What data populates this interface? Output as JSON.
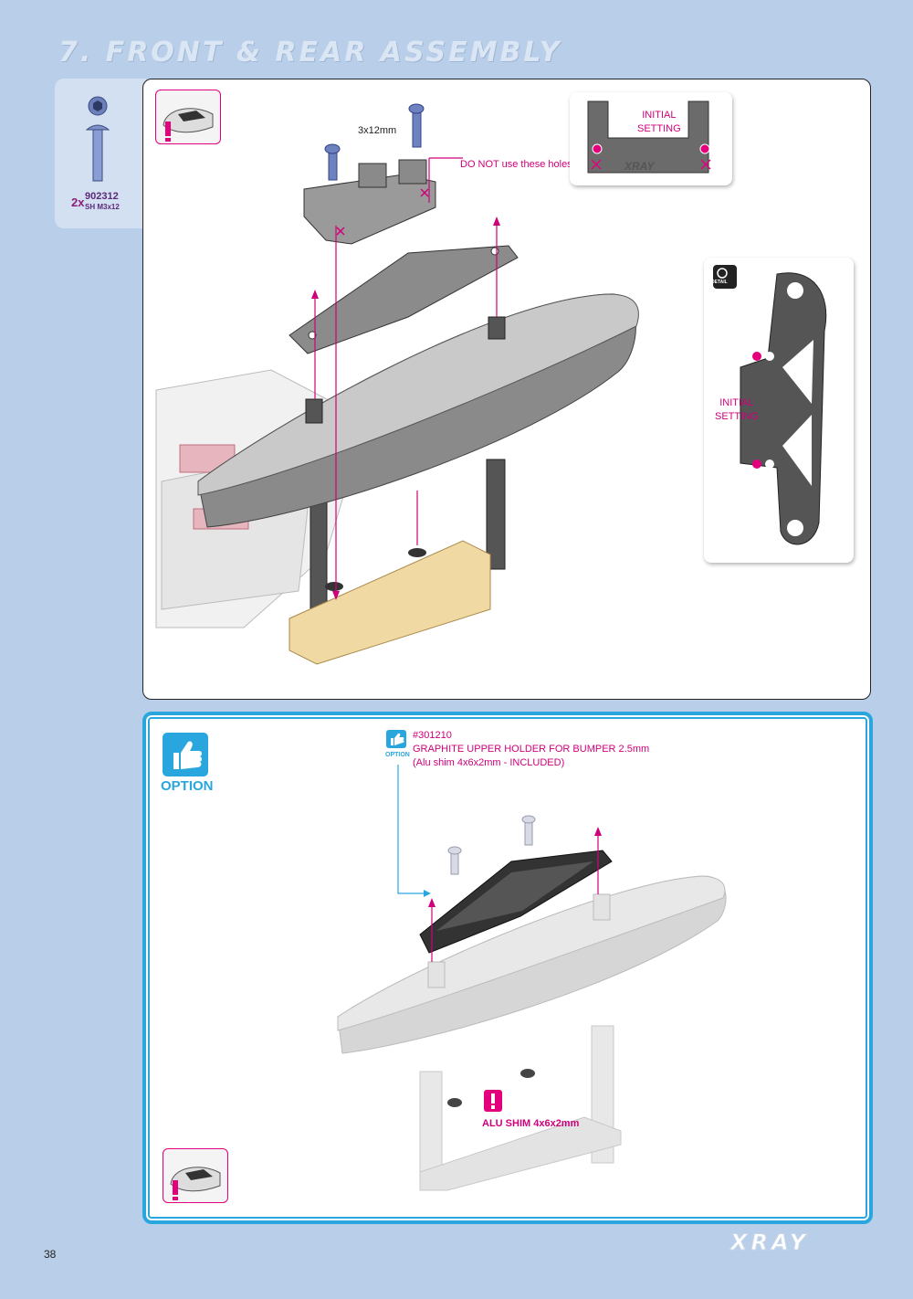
{
  "page": {
    "title": "7. FRONT & REAR ASSEMBLY",
    "page_number": "38",
    "brand": "XRAY"
  },
  "parts": {
    "quantity": "2x",
    "part_number": "902312",
    "part_desc": "SH M3x12"
  },
  "main": {
    "screw_size": "3x12mm",
    "warning": "DO NOT use these holes.",
    "initial_setting_top": [
      "INITIAL",
      "SETTING"
    ],
    "initial_setting_detail": [
      "INITIAL",
      "SETTING"
    ],
    "detail_label": "DETAIL",
    "holder_brand": "XRAY"
  },
  "option": {
    "label": "OPTION",
    "small_label": "OPTION",
    "part_number": "#301210",
    "part_name": "GRAPHITE UPPER HOLDER FOR BUMPER 2.5mm",
    "part_note": "(Alu shim 4x6x2mm - INCLUDED)",
    "shim_label": "ALU SHIM 4x6x2mm"
  },
  "colors": {
    "page_bg": "#b9cfe9",
    "accent": "#d0007a",
    "option_blue": "#2aa6df"
  }
}
